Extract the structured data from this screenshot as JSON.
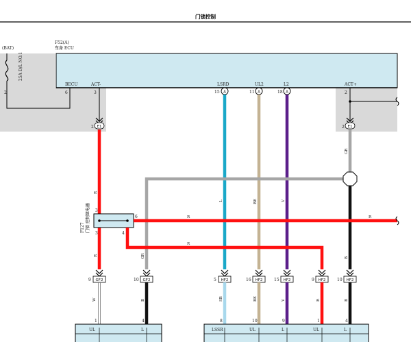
{
  "header": {
    "title": "门锁控制"
  },
  "fuse": {
    "bat_label": "(BAT)",
    "fuse_name": "25A D/L NO.1",
    "pin": "2"
  },
  "ecu": {
    "code": "F52(A)",
    "name": "车身 ECU",
    "pins": {
      "becu": {
        "label": "BECU",
        "num": "6"
      },
      "act_minus": {
        "label": "ACT-",
        "num": "3"
      },
      "lsrd": {
        "label": "LSRD",
        "num": "15",
        "conn": "A"
      },
      "ul2": {
        "label": "UL2",
        "num": "11",
        "conn": "A"
      },
      "l2": {
        "label": "L2",
        "num": "18",
        "conn": "A"
      },
      "act_plus": {
        "label": "ACT+",
        "num": "2"
      }
    }
  },
  "splices": {
    "left_pin": "2",
    "left_conn": "E1",
    "right_pin": "2",
    "right_conn": "E1"
  },
  "relay": {
    "code": "F127",
    "name": "门锁 控制继电器",
    "pins": {
      "top": "3",
      "bottom_left": "3",
      "bottom_right": "4",
      "right": "6"
    }
  },
  "wire_colors": {
    "left_red": "R",
    "right_red": "R",
    "mid_red": "R",
    "gray": "GR",
    "gray_right": "GR",
    "cyan": "L",
    "tan": "BE",
    "purple": "V",
    "black_right": "B"
  },
  "bottom_connectors": [
    {
      "pin": "9",
      "conn": "GF2",
      "wire_below": "W",
      "pin_low": "1",
      "label": "UL"
    },
    {
      "pin": "10",
      "conn": "GF2",
      "wire_below": "B",
      "pin_low": "4",
      "label": "L"
    },
    {
      "pin": "5",
      "conn": "HF2",
      "wire_below": "SB",
      "pin_low": "8",
      "label": "LSSR"
    },
    {
      "pin": "16",
      "conn": "HF2",
      "wire_below": "BE",
      "pin_low": "10",
      "label": "UL"
    },
    {
      "pin": "15",
      "conn": "HF2",
      "wire_below": "V",
      "pin_low": "9",
      "label": "L"
    },
    {
      "pin": "9",
      "conn": "HF2",
      "wire_below": "R",
      "pin_low": "1",
      "label": "UL"
    },
    {
      "pin": "10",
      "conn": "HF2",
      "wire_below": "B",
      "pin_low": "4",
      "label": "L"
    }
  ],
  "colors": {
    "red": "#ff1010",
    "gray": "#a6a6a6",
    "cyan": "#1aa8c8",
    "tan": "#c4b393",
    "purple": "#5b1f8a",
    "black": "#111111",
    "ecu_fill": "#cfe9f1",
    "shade": "#d9d9d9"
  }
}
